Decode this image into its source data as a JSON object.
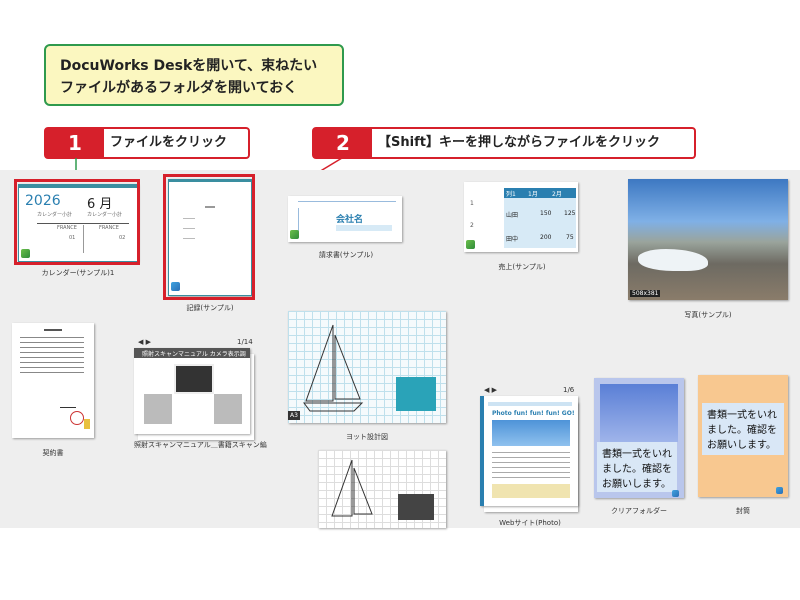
{
  "callout": {
    "line1": "DocuWorks Deskを開いて、束ねたい",
    "line2": "ファイルがあるフォルダを開いておく"
  },
  "steps": [
    {
      "number": "1",
      "text": "ファイルをクリック"
    },
    {
      "number": "2",
      "text": "【Shift】キーを押しながらファイルをクリック"
    }
  ],
  "calendar": {
    "year": "2026",
    "month": "6 月",
    "sub_left": "カレンダー小計",
    "sub_right": "カレンダー小計",
    "col_left": "FRANCE",
    "col_right": "FRANCE",
    "num_left": "01",
    "num_right": "02"
  },
  "seikyusho": {
    "company": "会社名"
  },
  "sales_table": {
    "rows": [
      "1",
      "2"
    ],
    "header": [
      "列1",
      "1月",
      "2月"
    ],
    "cells": [
      [
        "山田",
        "150",
        "125"
      ],
      [
        "田中",
        "200",
        "75"
      ]
    ]
  },
  "photo": {
    "size": "508x381"
  },
  "scan_manual": {
    "page": "1/14",
    "title": "照射スキャンマニュアル カメラ表示調整"
  },
  "yacht": {
    "badge": "A3"
  },
  "website": {
    "page": "1/6",
    "heading": "Photo fun! fun! fun! GO!"
  },
  "clipfolder": {
    "note": "書類一式をいれました。確認をお願いします。"
  },
  "envelope": {
    "note": "書類一式をいれました。確認をお願いします。"
  },
  "labels": {
    "calendar": "カレンダー(サンプル)1",
    "kiroku": "記録(サンプル)",
    "seikyusho": "請求書(サンプル)",
    "sales": "売上(サンプル)",
    "photo": "写真(サンプル)",
    "contract": "契約書",
    "scan": "照射スキャンマニュアル＿書籍スキャン編",
    "yacht": "ヨット設計図",
    "website": "Webサイト(Photo)",
    "clipfolder": "クリアフォルダー",
    "envelope": "封筒"
  },
  "colors": {
    "accent_red": "#d6202b",
    "callout_border": "#2f9a4d",
    "callout_fill": "#fbf7c0"
  }
}
